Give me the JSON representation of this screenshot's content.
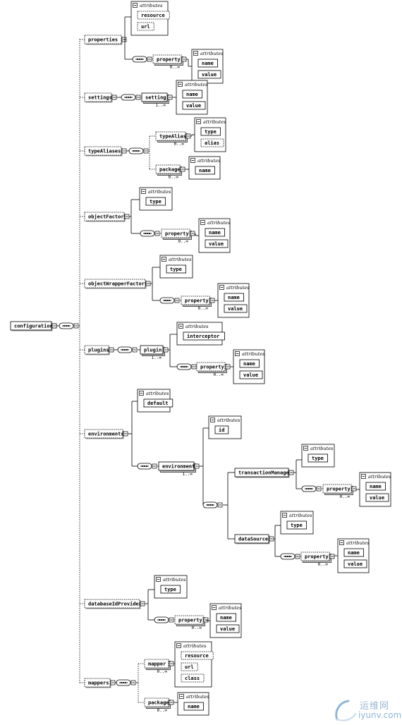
{
  "diagram": {
    "root": "configuration",
    "attributes_label": "attributes",
    "elements": {
      "properties": "properties",
      "settings": "settings",
      "setting": "setting",
      "typeAliases": "typeAliases",
      "typeAlias": "typeAlias",
      "package": "package",
      "objectFactory": "objectFactory",
      "objectWrapperFactory": "objectWrapperFactory",
      "plugins": "plugins",
      "plugin": "plugin",
      "environments": "environments",
      "environment": "environment",
      "transactionManager": "transactionManager",
      "dataSource": "dataSource",
      "databaseIdProvider": "databaseIdProvider",
      "mappers": "mappers",
      "mapper": "mapper",
      "property": "property"
    },
    "attrs": {
      "resource": "resource",
      "url": "url",
      "class": "class",
      "name": "name",
      "value": "value",
      "type": "type",
      "alias": "alias",
      "interceptor": "interceptor",
      "default": "default",
      "id": "id"
    },
    "occurrence": {
      "zero_many": "0..∞",
      "one_many": "1..∞"
    }
  },
  "watermark": {
    "brand": "运维网",
    "url": "iyunv.com"
  },
  "colors": {
    "line": "#000000",
    "shadow": "#9a9a9a",
    "background": "#ffffff",
    "watermark": "#8fb6d8"
  }
}
